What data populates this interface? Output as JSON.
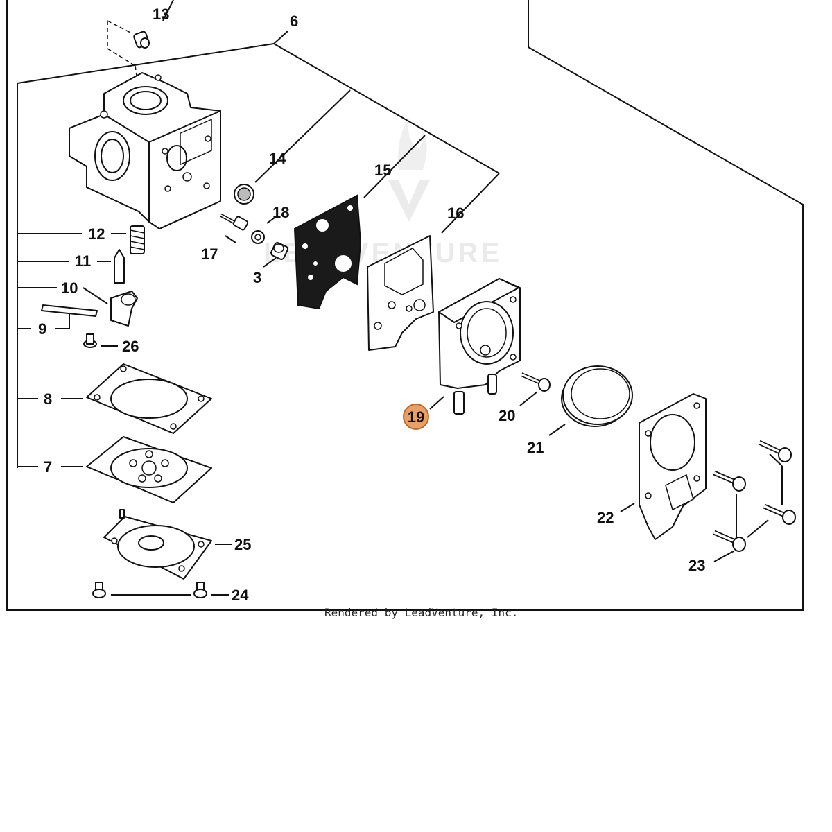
{
  "diagram": {
    "labels": {
      "p3": "3",
      "p6": "6",
      "p7": "7",
      "p8": "8",
      "p9": "9",
      "p10": "10",
      "p11": "11",
      "p12": "12",
      "p13": "13",
      "p14": "14",
      "p15": "15",
      "p16": "16",
      "p17": "17",
      "p18": "18",
      "p19": "19",
      "p20": "20",
      "p21": "21",
      "p22": "22",
      "p23": "23",
      "p24": "24",
      "p25": "25",
      "p26": "26"
    },
    "highlighted_part": "19",
    "highlight_color": "#e8a06a",
    "highlight_border_color": "#b86b30",
    "watermark": "LEADVENTURE",
    "credit": "Rendered by LeadVenture, Inc."
  }
}
